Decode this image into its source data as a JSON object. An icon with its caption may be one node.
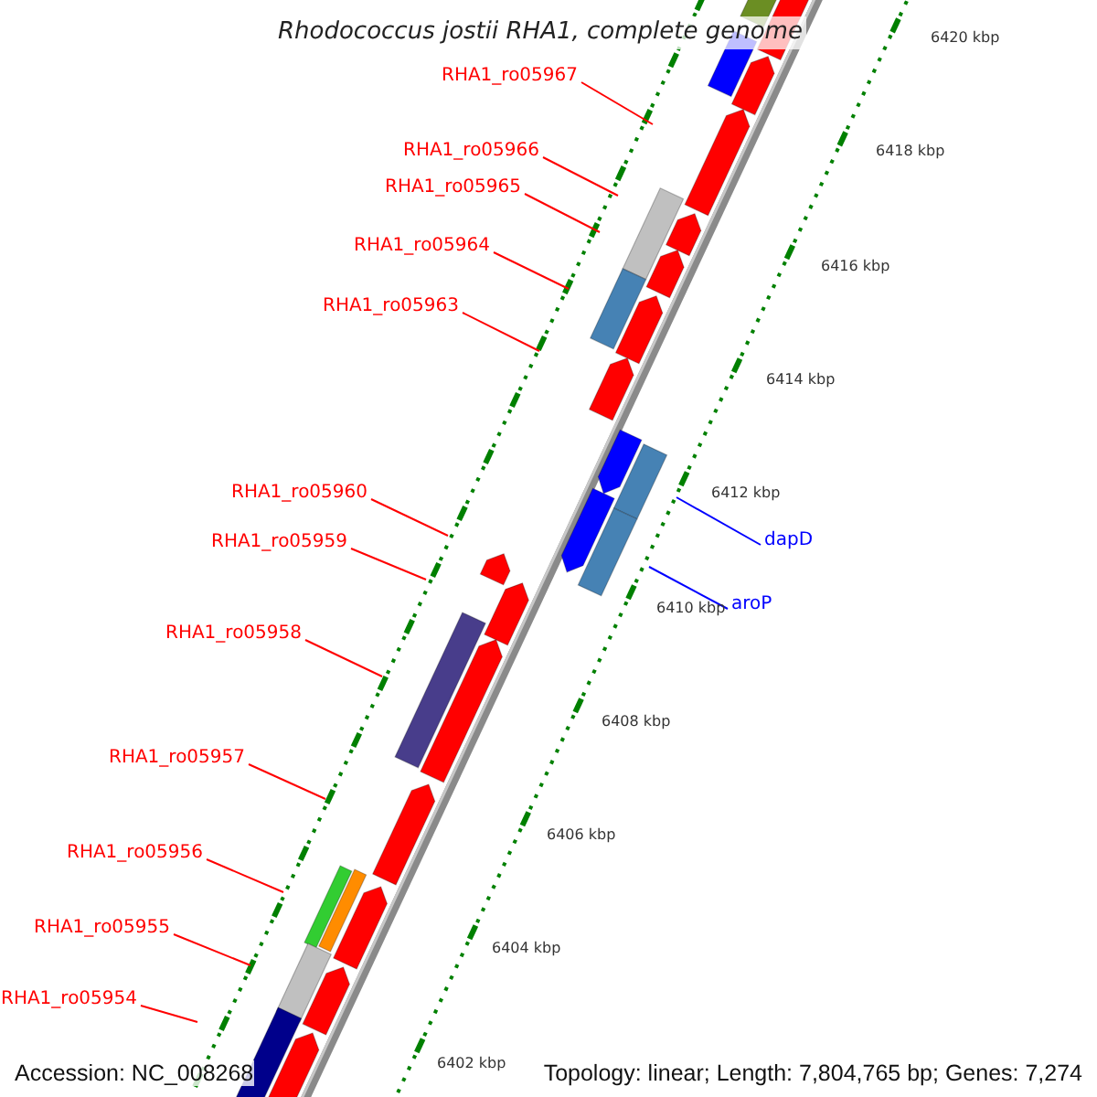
{
  "diagram": {
    "title": "Rhodococcus jostii RHA1, complete genome",
    "nodes": [
      {
        "text": [
          "RHA1_ro05967"
        ]
      },
      {
        "text": [
          "RHA1_ro05966"
        ]
      },
      {
        "text": [
          "RHA1_ro05965"
        ]
      },
      {
        "text": [
          "RHA1_ro05964"
        ]
      },
      {
        "text": [
          "RHA1_ro05963"
        ]
      },
      {
        "text": [
          "RHA1_ro05960"
        ]
      },
      {
        "text": [
          "RHA1_ro05959"
        ]
      },
      {
        "text": [
          "RHA1_ro05958"
        ]
      },
      {
        "text": [
          "RHA1_ro05957"
        ]
      },
      {
        "text": [
          "RHA1_ro05956"
        ]
      },
      {
        "text": [
          "RHA1_ro05955"
        ]
      },
      {
        "text": [
          "RHA1_ro05954"
        ]
      },
      {
        "text": [
          "dapD"
        ]
      },
      {
        "text": [
          "aroP"
        ]
      }
    ],
    "edges": [
      {
        "from": 0,
        "to": null,
        "arrow": "none"
      },
      {
        "from": 1,
        "to": null,
        "arrow": "none"
      },
      {
        "from": 2,
        "to": null,
        "arrow": "none"
      },
      {
        "from": 3,
        "to": null,
        "arrow": "none"
      },
      {
        "from": 4,
        "to": null,
        "arrow": "none"
      },
      {
        "from": 5,
        "to": null,
        "arrow": "none"
      },
      {
        "from": 6,
        "to": null,
        "arrow": "none"
      },
      {
        "from": 7,
        "to": null,
        "arrow": "none"
      },
      {
        "from": 8,
        "to": null,
        "arrow": "none"
      },
      {
        "from": 9,
        "to": null,
        "arrow": "none"
      },
      {
        "from": 10,
        "to": null,
        "arrow": "none"
      },
      {
        "from": 11,
        "to": null,
        "arrow": "none"
      },
      {
        "from": 12,
        "to": null,
        "arrow": "none",
        "color": "#0000ff"
      },
      {
        "from": 13,
        "to": null,
        "arrow": "none",
        "color": "#0000ff"
      }
    ],
    "labels": [
      "6420 kbp",
      "6418 kbp",
      "6416 kbp",
      "6414 kbp",
      "6412 kbp",
      "6410 kbp",
      "6408 kbp",
      "6406 kbp",
      "6404 kbp",
      "6402 kbp",
      "Accession: NC_008268",
      "Topology: linear; Length: 7,804,765 bp; Genes: 7,274"
    ]
  }
}
